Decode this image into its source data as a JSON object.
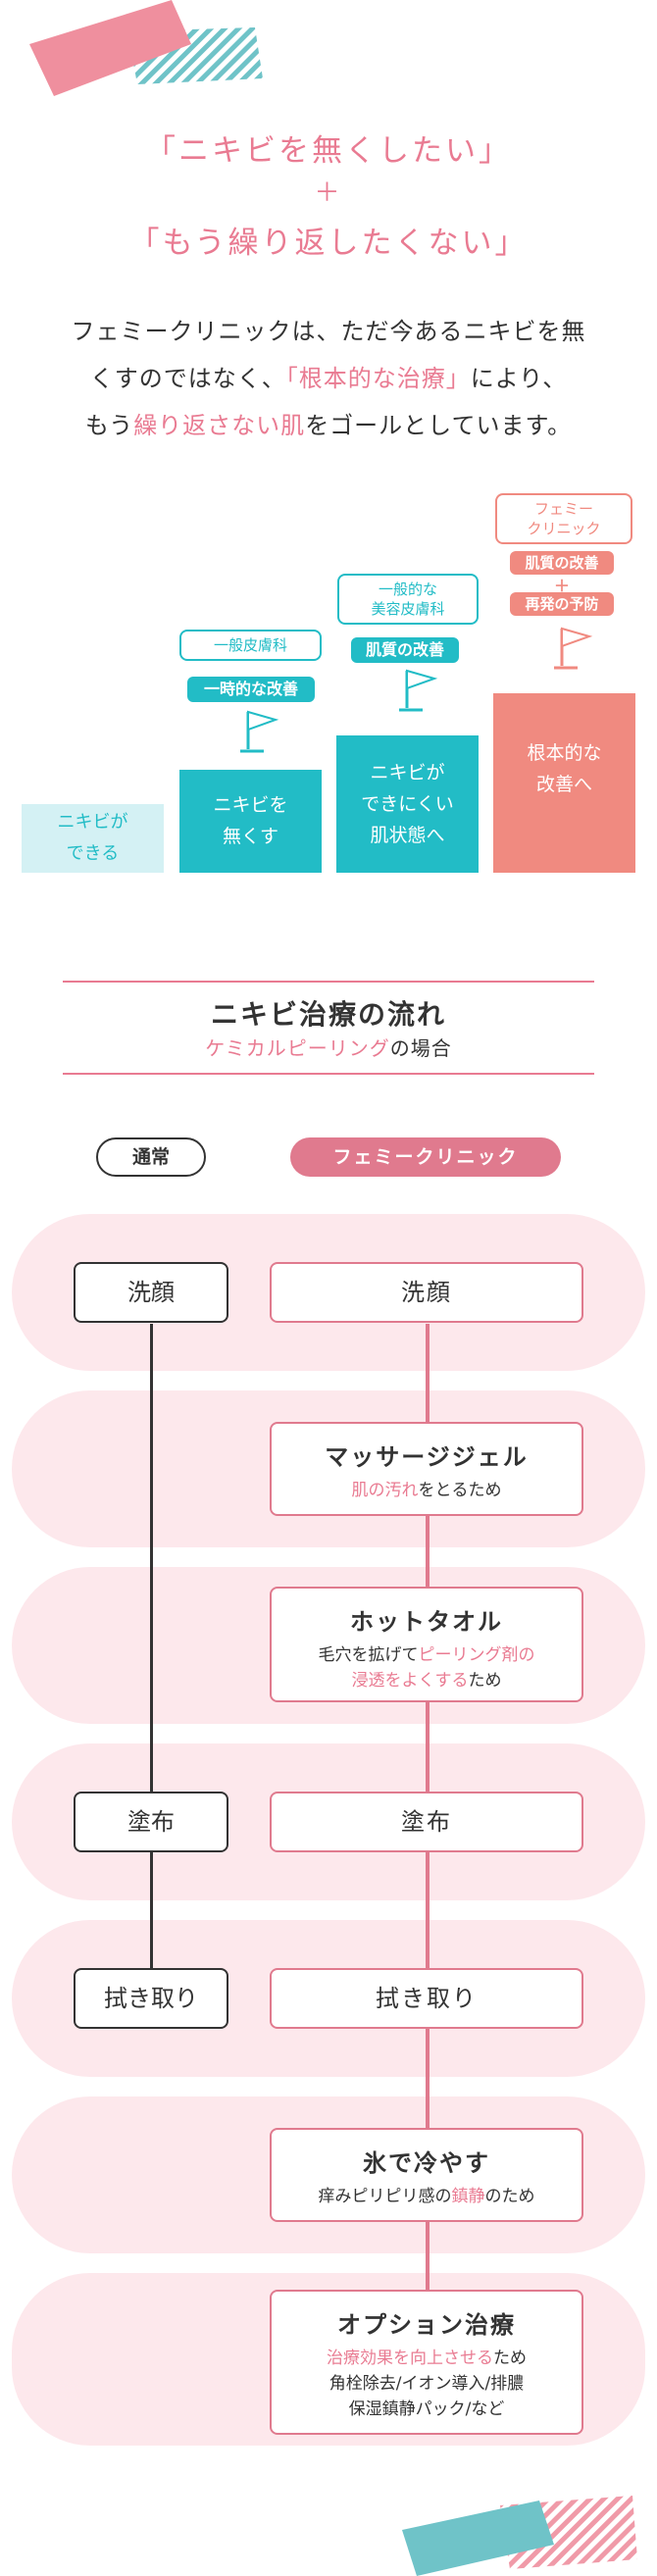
{
  "headline": {
    "line1": "「ニキビを無くしたい」",
    "plus": "＋",
    "line2": "「もう繰り返したくない」"
  },
  "intro": {
    "l1": "フェミークリニックは、ただ今あるニキビを無",
    "l2a": "くすのではなく、",
    "l2b": "「根本的な治療」",
    "l2c": "により、",
    "l3a": "もう",
    "l3b": "繰り返さない肌",
    "l3c": "をゴールとしています。"
  },
  "steps": {
    "s1": [
      "ニキビが",
      "できる"
    ],
    "s2": [
      "ニキビを",
      "無くす"
    ],
    "s3": [
      "ニキビが",
      "できにくい",
      "肌状態へ"
    ],
    "s4": [
      "根本的な",
      "改善へ"
    ],
    "f2_label": "一般皮膚科",
    "f2_pill": "一時的な改善",
    "f3_label": [
      "一般的な",
      "美容皮膚科"
    ],
    "f3_pill": "肌質の改善",
    "f4_label": [
      "フェミー",
      "クリニック"
    ],
    "f4_pill1": "肌質の改善",
    "f4_plus": "＋",
    "f4_pill2": "再発の予防",
    "colors": {
      "light": "#d4f1f4",
      "teal": "#22bcc6",
      "coral": "#f08a80",
      "pink": "#e97b92"
    }
  },
  "flow": {
    "title": "ニキビ治療の流れ",
    "subtitle_pink": "ケミカルピーリング",
    "subtitle_rest": "の場合",
    "tab_normal": "通常",
    "tab_clinic": "フェミークリニック",
    "left": {
      "wash": "洗顔",
      "apply": "塗布",
      "wipe": "拭き取り"
    },
    "right": {
      "wash": "洗顔",
      "massage": "マッサージジェル",
      "massage_s_pink": "肌の汚れ",
      "massage_s_rest": "をとるため",
      "towel": "ホットタオル",
      "towel_s1a": "毛穴を拡げて",
      "towel_s1b": "ピーリング剤の",
      "towel_s2a": "浸透をよくする",
      "towel_s2b": "ため",
      "apply": "塗布",
      "wipe": "拭き取り",
      "ice": "氷で冷やす",
      "ice_s_a": "痒みピリピリ感の",
      "ice_s_b": "鎮静",
      "ice_s_c": "のため",
      "option": "オプション治療",
      "option_s1a": "治療効果を向上させる",
      "option_s1b": "ため",
      "option_s2": "角栓除去/イオン導入/排膿",
      "option_s3": "保湿鎮静パック/など"
    }
  }
}
